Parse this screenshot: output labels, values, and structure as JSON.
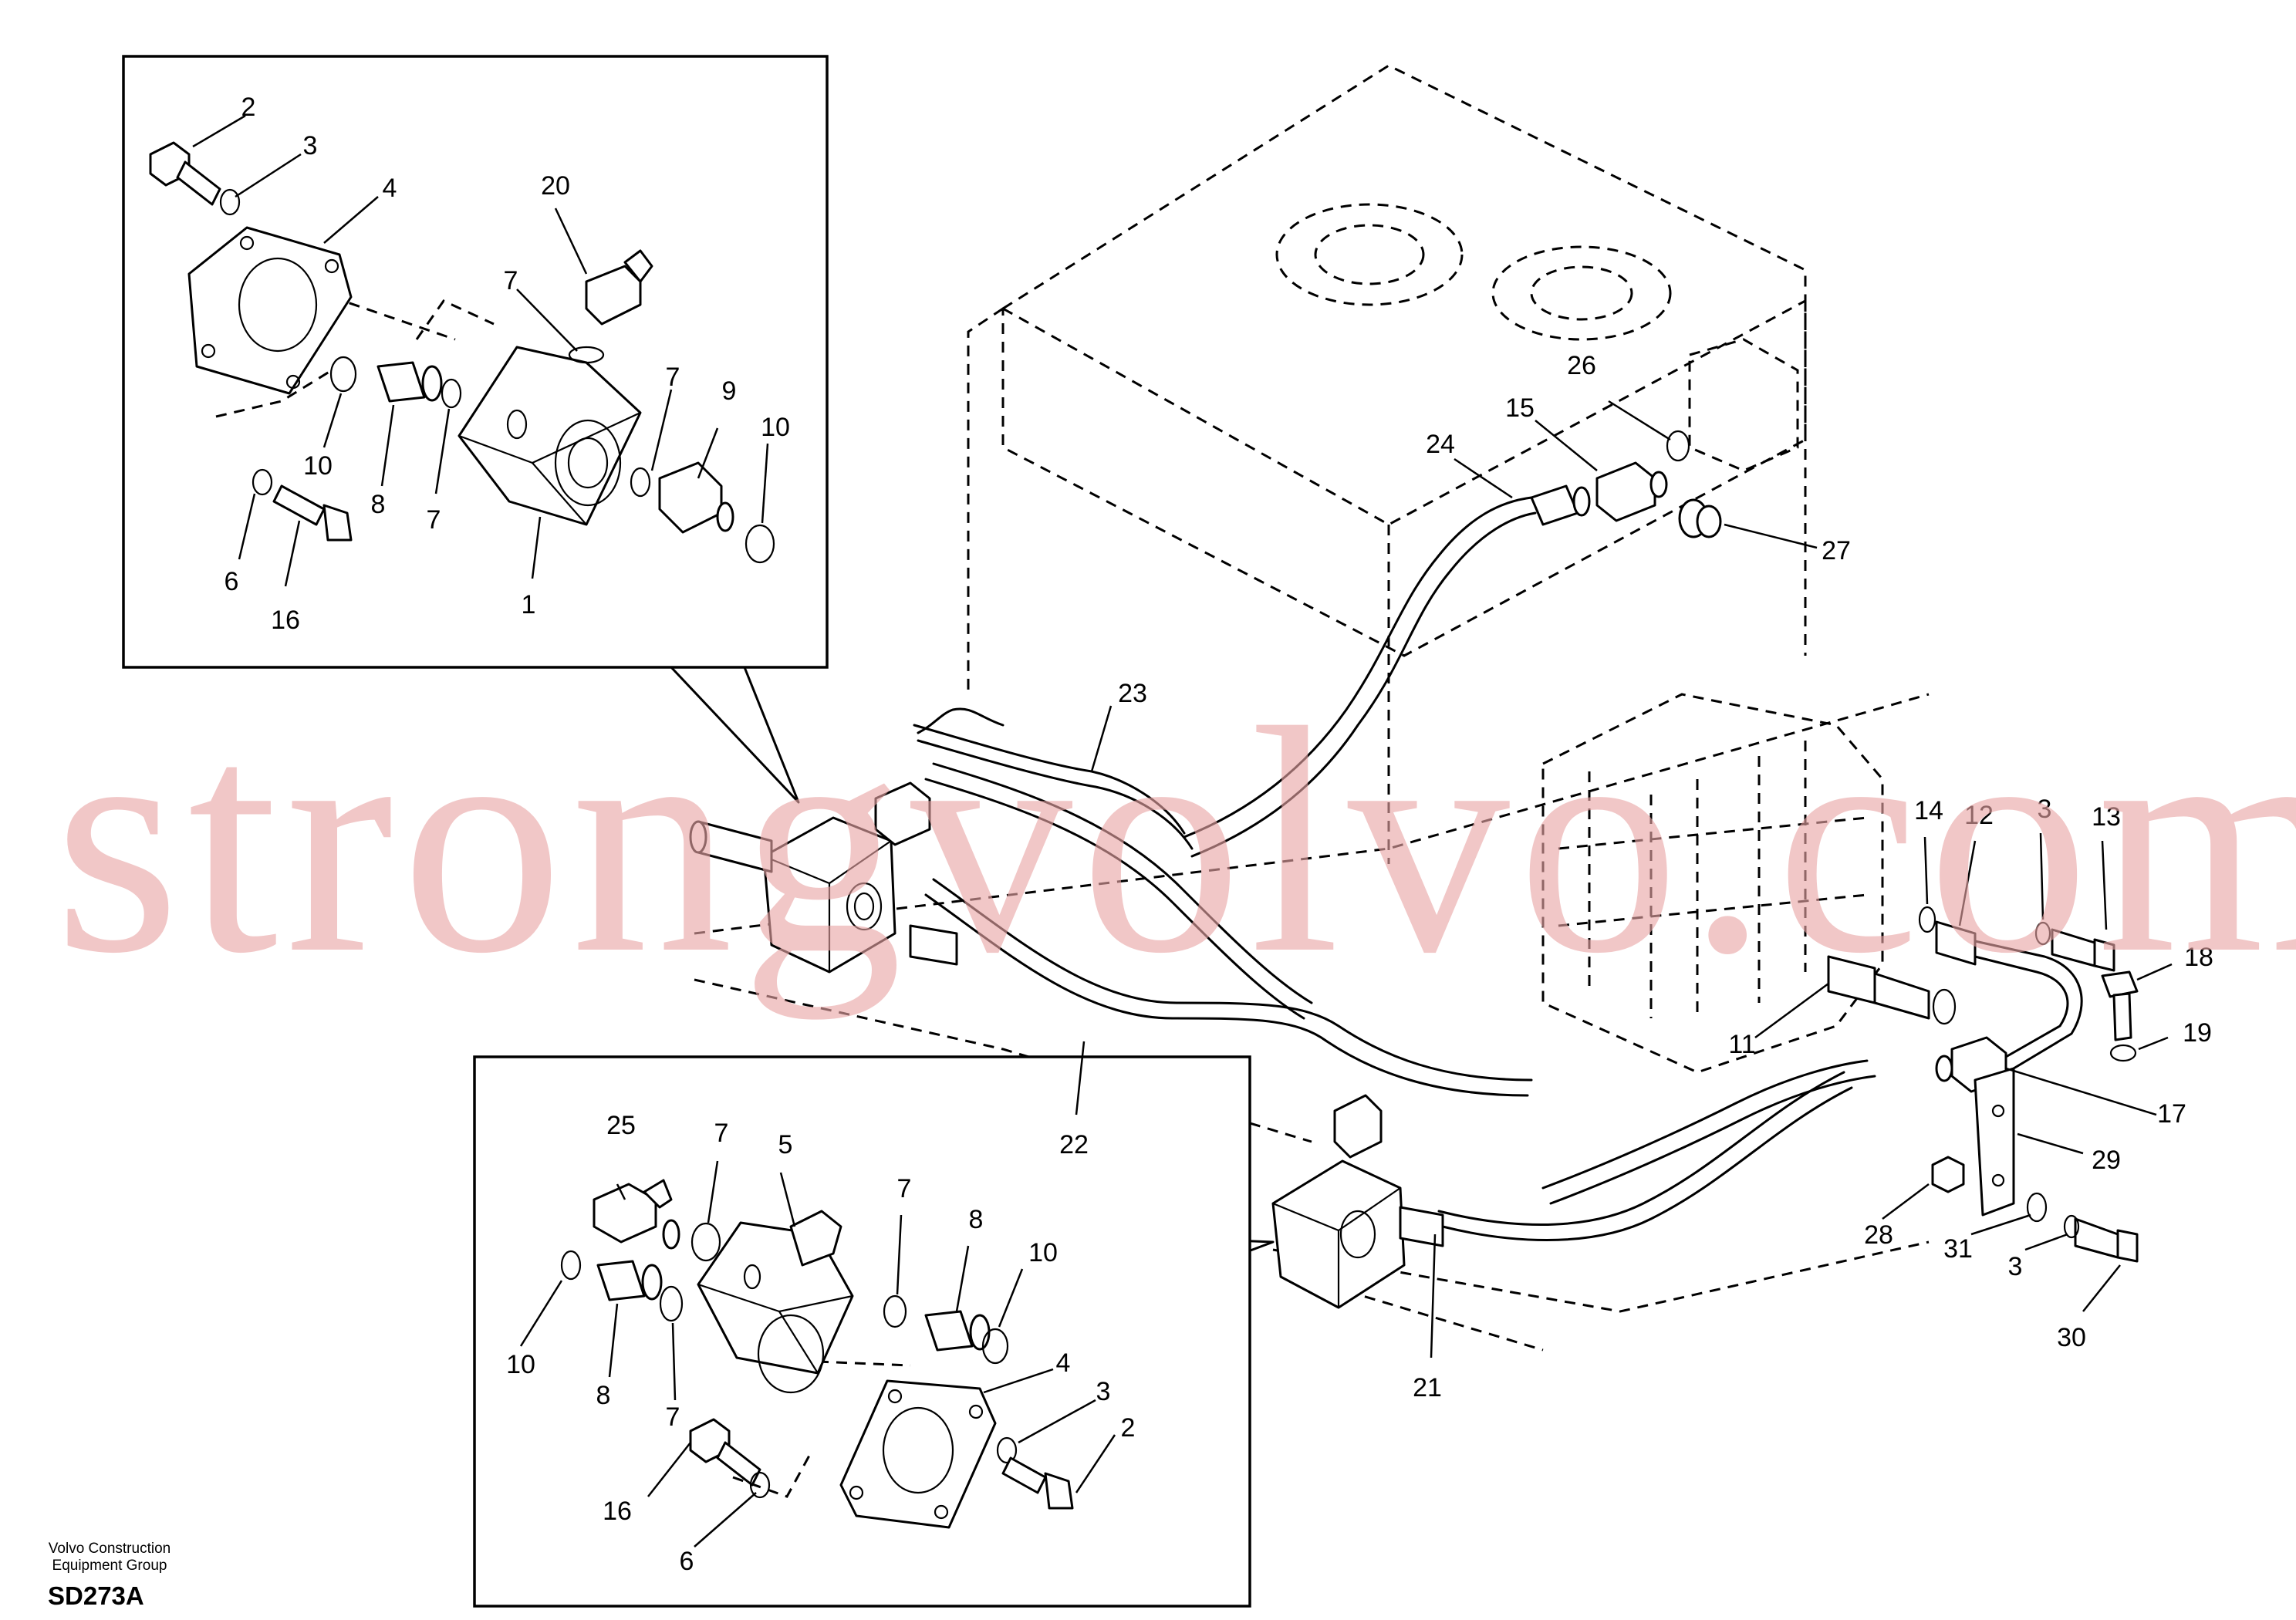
{
  "footer": {
    "company_line1": "Volvo Construction",
    "company_line2": "Equipment Group",
    "figure_code": "SD273A"
  },
  "watermark": "strongvolvo.com",
  "callouts": {
    "top_2": "2",
    "top_3": "3",
    "top_4": "4",
    "top_20": "20",
    "top_7a": "7",
    "top_7b": "7",
    "top_7c": "7",
    "top_9": "9",
    "top_10a": "10",
    "top_10b": "10",
    "top_8": "8",
    "top_6": "6",
    "top_16": "16",
    "top_1": "1",
    "main_23": "23",
    "main_24": "24",
    "main_15": "15",
    "main_26": "26",
    "main_27": "27",
    "main_22": "22",
    "main_21": "21",
    "main_14": "14",
    "main_12": "12",
    "main_3a": "3",
    "main_13": "13",
    "main_18": "18",
    "main_19": "19",
    "main_11": "11",
    "main_17": "17",
    "main_29": "29",
    "main_28": "28",
    "main_31": "31",
    "main_3b": "3",
    "main_30": "30",
    "bot_25": "25",
    "bot_7a": "7",
    "bot_5": "5",
    "bot_7b": "7",
    "bot_8a": "8",
    "bot_10a": "10",
    "bot_10b": "10",
    "bot_8b": "8",
    "bot_7c": "7",
    "bot_4": "4",
    "bot_3": "3",
    "bot_2": "2",
    "bot_16": "16",
    "bot_6": "6"
  }
}
